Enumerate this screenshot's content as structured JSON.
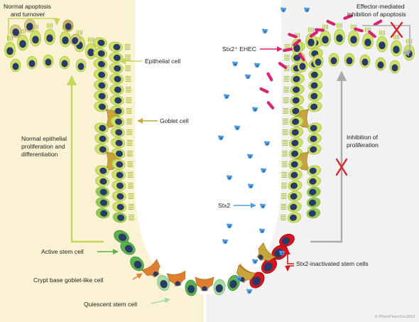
{
  "left_panel": {
    "title_line1": "Normal apoptosis",
    "title_line2": "and turnover",
    "epithelial_cell": "Epithelial cell",
    "goblet_cell": "Goblet cell",
    "proliferation_line1": "Normal epithelial",
    "proliferation_line2": "proliferation and",
    "proliferation_line3": "differentiation",
    "active_stem_cell": "Active stem cell",
    "crypt_base_goblet": "Crypt base goblet-like cell",
    "quiescent_stem_cell": "Quiescent stem cell"
  },
  "right_panel": {
    "title_line1": "Effector-mediated",
    "title_line2": "inhibition of apoptosis",
    "ehec_label": "Stx2⁺ EHEC",
    "inhibition_line1": "Inhibition of",
    "inhibition_line2": "proliferation",
    "stx2_label": "Stx2",
    "inactivated_label": "Stx2-inactivated stem cells"
  },
  "credit": "© PhamPhamDuc2013",
  "colors": {
    "left_background": "#fbf2d3",
    "right_background": "#f2f2f3",
    "epithelial": "#cfe06b",
    "epithelial_outline": "#a9c23e",
    "nucleus": "#283a66",
    "goblet": "#c9a43a",
    "stem_green": "#5bb14d",
    "quiescent": "#a8d9a0",
    "crypt_goblet": "#e07e32",
    "inactivated": "#d9141c",
    "bacteria": "#d9236e",
    "toxin": "#4d9be0",
    "block_x": "#d9262e",
    "arrow_lime": "#c3d95c",
    "arrow_gray": "#aaaaaa"
  }
}
